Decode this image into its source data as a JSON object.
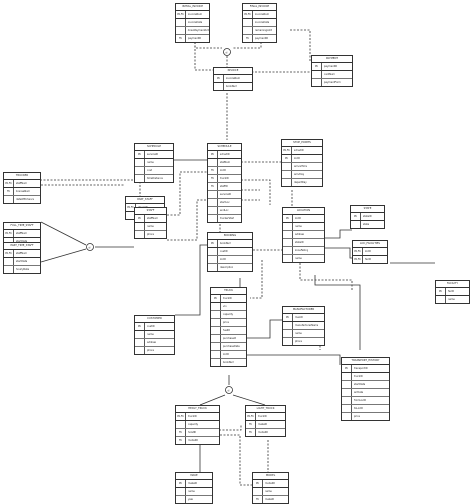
{
  "entities": [
    {
      "id": "initial_invoice",
      "title": "INITIAL_INVOICE",
      "rows": [
        [
          "PK,FK",
          "invoiceNum"
        ],
        [
          "",
          "invoiceDate"
        ],
        [
          "",
          "downPaymentAmt"
        ],
        [
          "FK",
          "paymentID"
        ]
      ]
    },
    {
      "id": "final_invoice",
      "title": "FINAL_INVOICE",
      "rows": [
        [
          "PK,FK",
          "invoiceNum"
        ],
        [
          "",
          "invoiceDate"
        ],
        [
          "",
          "remainingAmt"
        ],
        [
          "FK",
          "paymentID"
        ]
      ]
    },
    {
      "id": "payment",
      "title": "PAYMENT",
      "rows": [
        [
          "PK",
          "paymentID"
        ],
        [
          "",
          "cardNum"
        ],
        [
          "",
          "paymentForm"
        ]
      ]
    },
    {
      "id": "invoice",
      "title": "INVOICE",
      "rows": [
        [
          "PK",
          "invoiceNum"
        ],
        [
          "",
          "bookNum"
        ]
      ]
    },
    {
      "id": "schedule",
      "title": "SCHEDULE",
      "rows": [
        [
          "PK",
          "serviceID"
        ],
        [
          "",
          "name"
        ],
        [
          "",
          "cost"
        ],
        [
          "",
          "timeDistance"
        ]
      ]
    },
    {
      "id": "schedule2",
      "title": "SCHEDULE",
      "rows": [
        [
          "PK",
          "schedID"
        ],
        [
          "",
          "stafNum"
        ],
        [
          "FK",
          "locID"
        ],
        [
          "FK",
          "truckID"
        ],
        [
          "FK",
          "staffID"
        ],
        [
          "",
          "serviceID"
        ],
        [
          "",
          "startLoc"
        ],
        [
          "",
          "endLoc"
        ],
        [
          "",
          "truckerStart"
        ]
      ]
    },
    {
      "id": "stop_points",
      "title": "STOP_POINTS",
      "rows": [
        [
          "PK,FK",
          "schedID"
        ],
        [
          "PK",
          "locID"
        ],
        [
          "",
          "arrivalTime"
        ],
        [
          "",
          "arrivDay"
        ],
        [
          "",
          "departDay"
        ]
      ]
    },
    {
      "id": "trucker",
      "title": "TRUCKER",
      "rows": [
        [
          "PK,FK",
          "staffNum"
        ],
        [
          "FK",
          "licenseNum"
        ],
        [
          "",
          "dateOfEnhance"
        ]
      ]
    },
    {
      "id": "part_staff",
      "title": "PART_STAFF",
      "rows": [
        [
          "PK,FK",
          "driverID"
        ],
        [
          "",
          "staffNum"
        ]
      ]
    },
    {
      "id": "full_time_staff",
      "title": "FULL_TIME_STAFF",
      "rows": [
        [
          "PK,FK",
          "staffNum"
        ],
        [
          "",
          "startDate"
        ],
        [
          "",
          "annualSal"
        ]
      ]
    },
    {
      "id": "staff",
      "title": "STAFF",
      "rows": [
        [
          "PK",
          "staffNum"
        ],
        [
          "",
          "name"
        ],
        [
          "",
          "phone"
        ]
      ]
    },
    {
      "id": "booking",
      "title": "BOOKING",
      "rows": [
        [
          "PK",
          "bookNum"
        ],
        [
          "",
          "custID"
        ],
        [
          "",
          "locID"
        ],
        [
          "",
          "description"
        ]
      ]
    },
    {
      "id": "location",
      "title": "LOCATION",
      "rows": [
        [
          "PK",
          "locID"
        ],
        [
          "",
          "name"
        ],
        [
          "",
          "address"
        ],
        [
          "",
          "stateID"
        ],
        [
          "",
          "zoneFalling"
        ],
        [
          "",
          "name"
        ]
      ]
    },
    {
      "id": "state",
      "title": "STATE",
      "rows": [
        [
          "PK",
          "stateID"
        ],
        [
          "",
          "state"
        ]
      ]
    },
    {
      "id": "loc_facilities",
      "title": "LOC_FACILITIES",
      "rows": [
        [
          "PK,FK",
          "locID"
        ],
        [
          "PK,FK",
          "facID"
        ]
      ]
    },
    {
      "id": "facility",
      "title": "FACILITY",
      "rows": [
        [
          "PK",
          "facID"
        ],
        [
          "",
          "name"
        ]
      ]
    },
    {
      "id": "part_time_staff",
      "title": "PART_TIME_STAFF",
      "rows": [
        [
          "PK,FK",
          "staffNum"
        ],
        [
          "",
          "startDate"
        ],
        [
          "",
          "hourlyRate"
        ]
      ]
    },
    {
      "id": "customer",
      "title": "CUSTOMER",
      "rows": [
        [
          "PK",
          "custID"
        ],
        [
          "",
          "name"
        ],
        [
          "",
          "address"
        ],
        [
          "",
          "phone"
        ]
      ]
    },
    {
      "id": "truck",
      "title": "TRUCK",
      "rows": [
        [
          "PK",
          "truckID"
        ],
        [
          "",
          "vin"
        ],
        [
          "",
          "capacity"
        ],
        [
          "",
          "price"
        ],
        [
          "",
          "fuelID"
        ],
        [
          "",
          "purchase#"
        ],
        [
          "",
          "purchaseDate"
        ],
        [
          "",
          "locID"
        ],
        [
          "",
          "bookNum"
        ]
      ]
    },
    {
      "id": "manufacturer",
      "title": "MANUFACTURER",
      "rows": [
        [
          "PK",
          "manID"
        ],
        [
          "",
          "manufacturerName"
        ],
        [
          "",
          "name"
        ],
        [
          "",
          "phone"
        ]
      ]
    },
    {
      "id": "transport_history",
      "title": "TRANSPORT_HISTORY",
      "rows": [
        [
          "PK",
          "transportID"
        ],
        [
          "",
          "truckID"
        ],
        [
          "",
          "startDate"
        ],
        [
          "",
          "arrDate"
        ],
        [
          "",
          "fromLocID"
        ],
        [
          "",
          "toLocID"
        ],
        [
          "",
          "price"
        ]
      ]
    },
    {
      "id": "heavy_truck",
      "title": "HEAVY_TRUCK",
      "rows": [
        [
          "PK,FK",
          "truckID"
        ],
        [
          "",
          "capacity"
        ],
        [
          "FK",
          "hoistID"
        ],
        [
          "FK",
          "modelID"
        ]
      ]
    },
    {
      "id": "light_truck",
      "title": "LIGHT_TRUCK",
      "rows": [
        [
          "PK,FK",
          "truckID"
        ],
        [
          "FK",
          "makeID"
        ],
        [
          "FK",
          "modelID"
        ]
      ]
    },
    {
      "id": "make",
      "title": "MAKE",
      "rows": [
        [
          "PK",
          "makeID"
        ],
        [
          "",
          "name"
        ],
        [
          "",
          "year"
        ]
      ]
    },
    {
      "id": "model",
      "title": "MODEL",
      "rows": [
        [
          "PK",
          "modelID"
        ],
        [
          "",
          "name"
        ],
        [
          "FK",
          "makeID"
        ]
      ]
    }
  ],
  "subtype_markers": {
    "symbol": "d"
  }
}
